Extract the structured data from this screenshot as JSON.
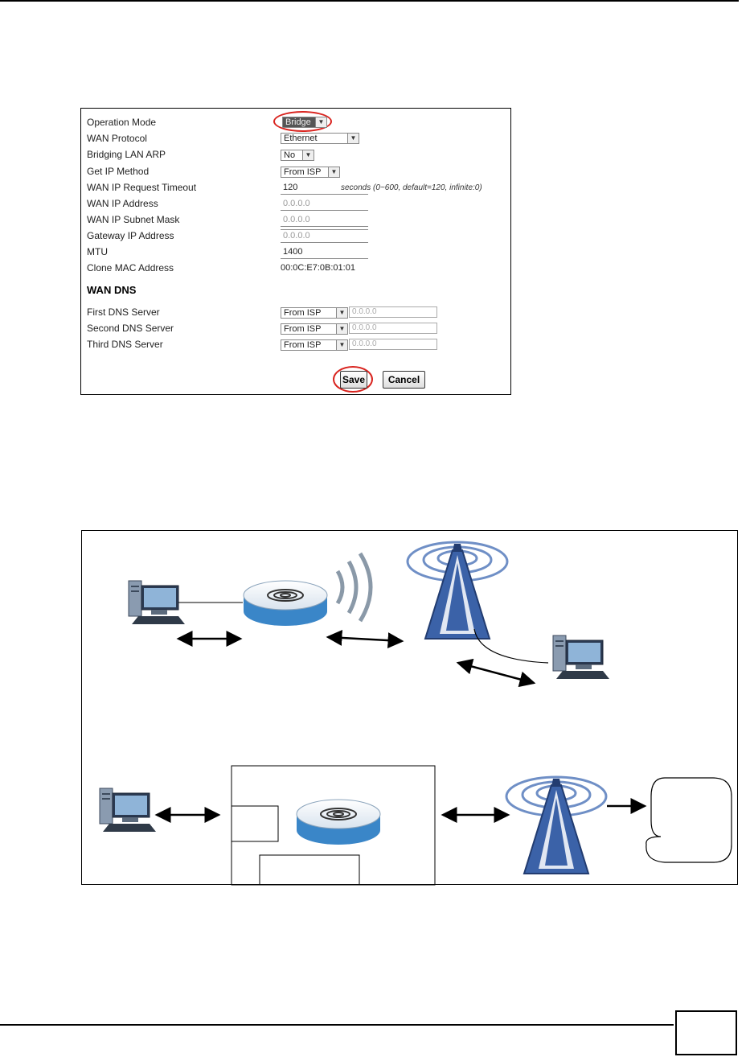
{
  "settings_form": {
    "rows": [
      {
        "label": "Operation Mode",
        "value": "Bridge"
      },
      {
        "label": "WAN Protocol",
        "value": "Ethernet"
      },
      {
        "label": "Bridging LAN ARP",
        "value": "No"
      },
      {
        "label": "Get IP Method",
        "value": "From ISP"
      },
      {
        "label": "WAN IP Request Timeout",
        "value": "120",
        "hint": "seconds (0~600, default=120, infinite:0)"
      },
      {
        "label": "WAN IP Address",
        "value": "0.0.0.0"
      },
      {
        "label": "WAN IP Subnet Mask",
        "value": "0.0.0.0"
      },
      {
        "label": "Gateway IP Address",
        "value": "0.0.0.0"
      },
      {
        "label": "MTU",
        "value": "1400"
      },
      {
        "label": "Clone MAC Address",
        "value": "00:0C:E7:0B:01:01"
      }
    ],
    "dns_section_title": "WAN DNS",
    "dns_rows": [
      {
        "label": "First DNS Server",
        "method": "From ISP",
        "ip": "0.0.0.0"
      },
      {
        "label": "Second DNS Server",
        "method": "From ISP",
        "ip": "0.0.0.0"
      },
      {
        "label": "Third DNS Server",
        "method": "From ISP",
        "ip": "0.0.0.0"
      }
    ],
    "save_label": "Save",
    "cancel_label": "Cancel"
  },
  "diagram": {
    "icons": [
      "computer-icon",
      "access-point-icon",
      "wireless-waves-icon",
      "cell-tower-icon",
      "arrow-icon",
      "cloud-icon"
    ]
  },
  "colors": {
    "highlight": "#d9241f",
    "device_blue": "#3a86c8",
    "tower_blue": "#3b62a8"
  }
}
